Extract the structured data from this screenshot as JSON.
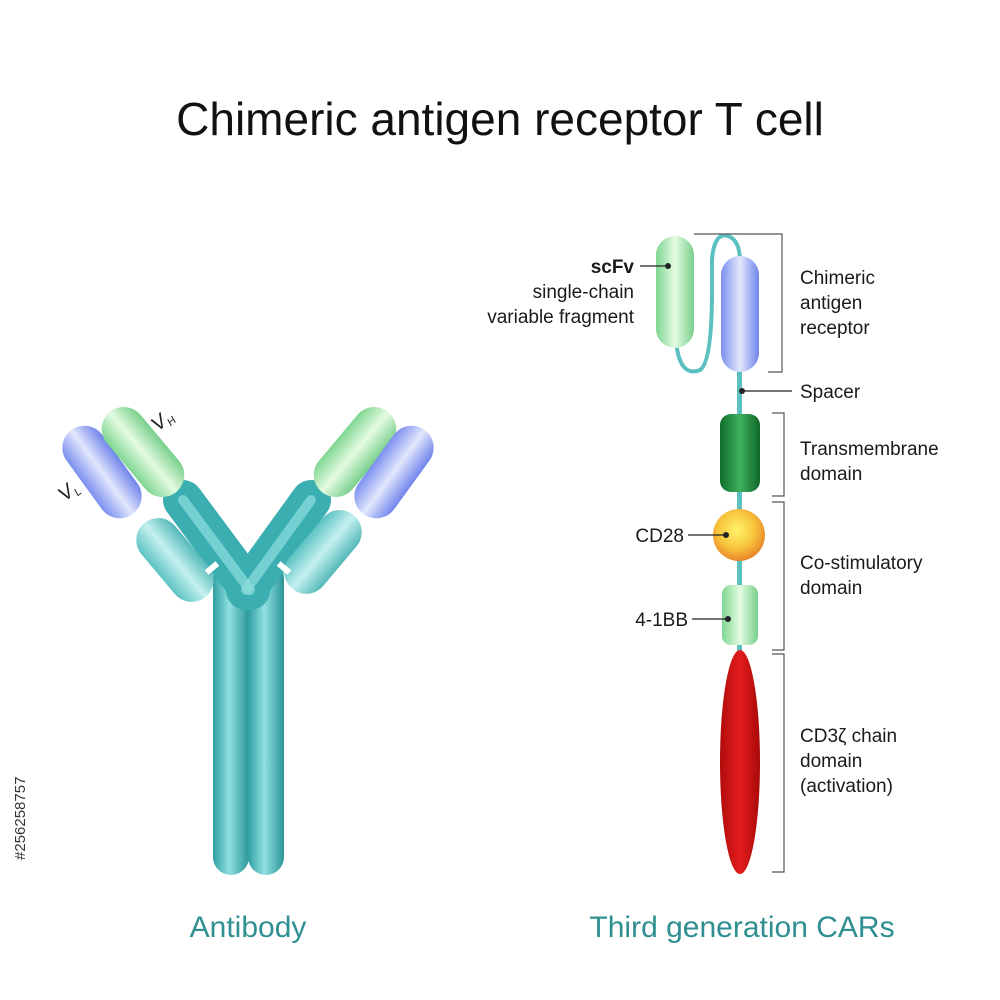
{
  "title": "Chimeric antigen receptor T cell",
  "antibody": {
    "caption": "Antibody",
    "vh": "V",
    "vh_sub": "H",
    "vl": "V",
    "vl_sub": "L"
  },
  "car": {
    "caption": "Third generation CARs",
    "scfv_bold": "scFv",
    "scfv_line1": "single-chain",
    "scfv_line2": "variable fragment",
    "car_line1": "Chimeric",
    "car_line2": "antigen",
    "car_line3": "receptor",
    "spacer": "Spacer",
    "tm_line1": "Transmembrane",
    "tm_line2": "domain",
    "cd28": "CD28",
    "costim_line1": "Co-stimulatory",
    "costim_line2": "domain",
    "bb": "4-1BB",
    "cd3_line1": "CD3ζ chain",
    "cd3_line2": "domain",
    "cd3_line3": "(activation)"
  },
  "watermark": "#256258757",
  "colors": {
    "teal": "#3fb4b6",
    "green_light": "#b5ecb8",
    "blue_light": "#b8c4f5",
    "dark_green": "#1f8a3c",
    "orange": "#f5a623",
    "red": "#d40f0f",
    "caption": "#2f8f91"
  }
}
